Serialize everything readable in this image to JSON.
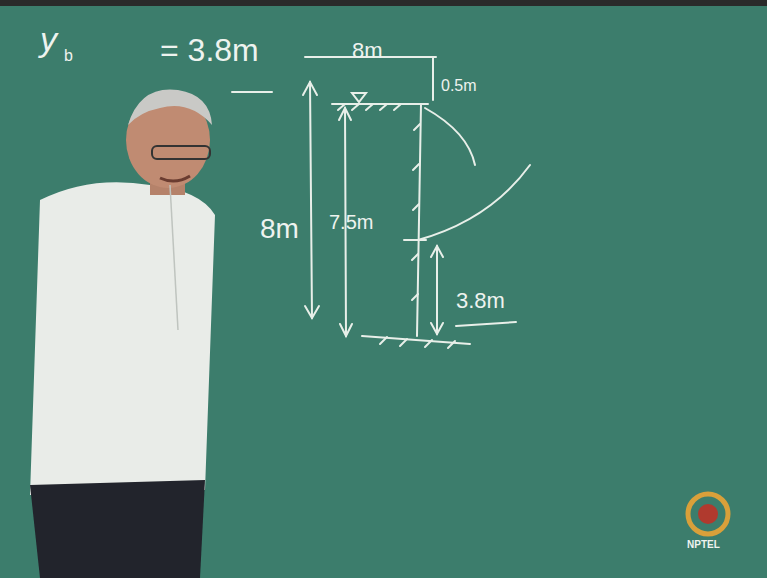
{
  "diagram": {
    "labels": [
      "y",
      "b",
      "= 3.8m",
      "8m",
      "0.5m",
      "8m",
      "7.5m",
      "3.8m",
      "NPTEL"
    ]
  }
}
